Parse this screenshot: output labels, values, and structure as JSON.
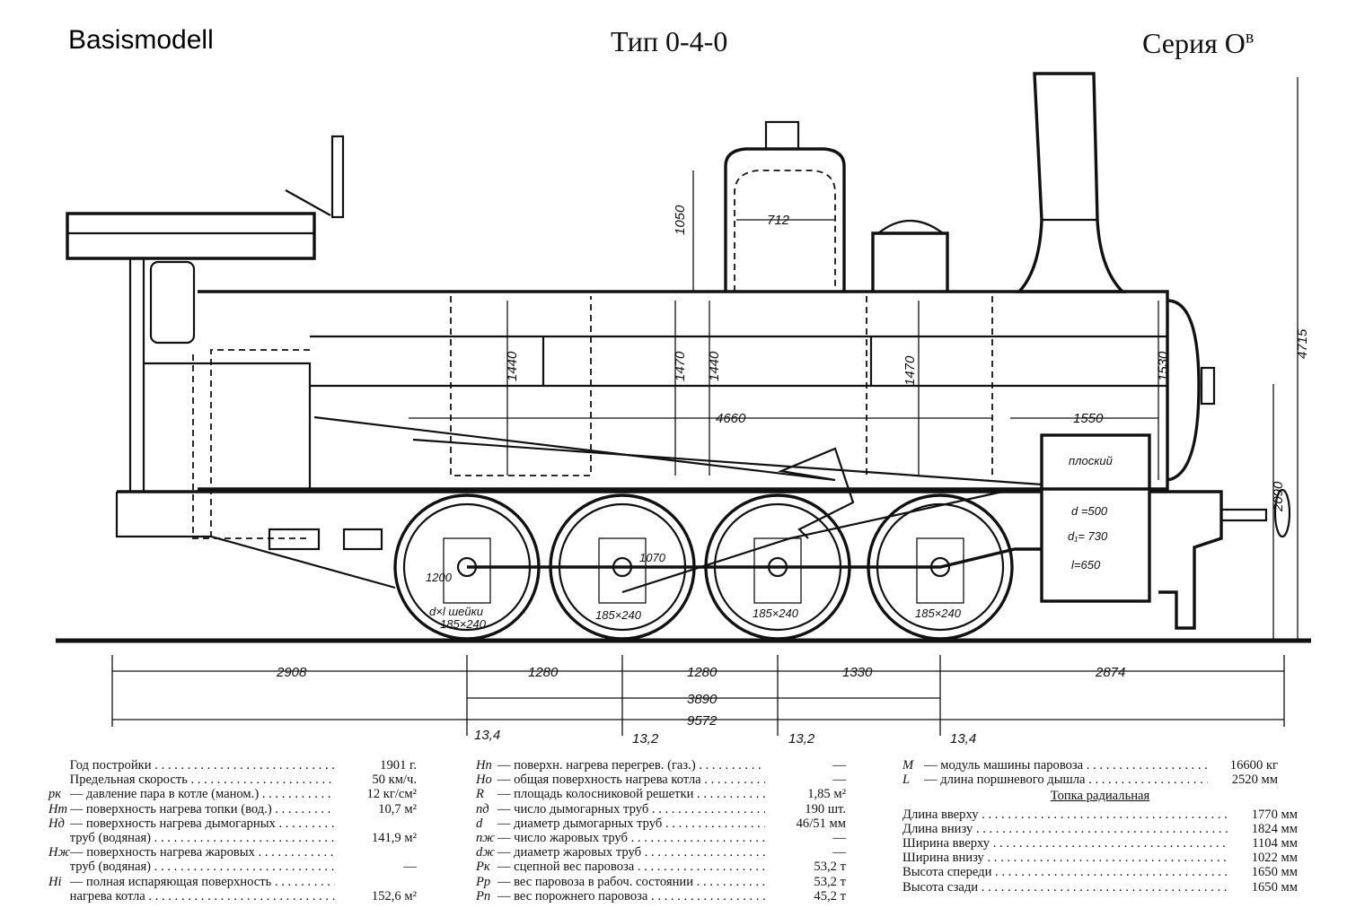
{
  "header": {
    "left": "Basismodell",
    "middle": "Тип 0-4-0",
    "right_base": "Серия О",
    "right_sup": "в"
  },
  "drawing": {
    "dims_top": [
      "1050",
      "712"
    ],
    "dims_vertical": [
      "1440",
      "1470",
      "1440",
      "1470",
      "1530",
      "4715",
      "2090"
    ],
    "dims_horizontal": [
      "4660",
      "1550"
    ],
    "cylinder": [
      "плоский",
      "d =500",
      "d₁= 730",
      "l=650"
    ],
    "wheel_labels": [
      "185×240",
      "185×240",
      "185×240",
      "185×240"
    ],
    "wheel_note": [
      "d×l  шейки"
    ],
    "wheel_extra": [
      "1200",
      "1070"
    ],
    "bottom_dims": [
      "2908",
      "1280",
      "1280",
      "1330",
      "2874"
    ],
    "wheelbase": "3890",
    "total_length": "9572",
    "axle_loads": [
      "13,4",
      "13,2",
      "13,2",
      "13,4"
    ]
  },
  "specs": {
    "col1": [
      {
        "sym": "",
        "label": "Год постройки",
        "value": "1901 г."
      },
      {
        "sym": "",
        "label": "Предельная скорость",
        "value": "50 км/ч."
      },
      {
        "sym": "pк",
        "label": "— давление пара в котле (маном.)",
        "value": "12 кг/см²"
      },
      {
        "sym": "Hт",
        "label": "— поверхность нагрева топки (вод.)",
        "value": "10,7 м²"
      },
      {
        "sym": "Hд",
        "label": "— поверхность нагрева дымогарных",
        "value": ""
      },
      {
        "sym": "",
        "label": "труб (водяная)",
        "value": "141,9 м²"
      },
      {
        "sym": "Hж",
        "label": "— поверхность нагрева жаровых",
        "value": ""
      },
      {
        "sym": "",
        "label": "труб (водяная)",
        "value": "—"
      },
      {
        "sym": "Hi",
        "label": "— полная испаряющая поверхность",
        "value": ""
      },
      {
        "sym": "",
        "label": "нагрева котла",
        "value": "152,6 м²"
      }
    ],
    "col2": [
      {
        "sym": "Hп",
        "label": "— поверхн. нагрева перегрев. (газ.)",
        "value": "—"
      },
      {
        "sym": "Hо",
        "label": "— общая поверхность нагрева котла",
        "value": "—"
      },
      {
        "sym": "R",
        "label": "— площадь колосниковой решетки",
        "value": "1,85 м²"
      },
      {
        "sym": "nд",
        "label": "— число дымогарных труб",
        "value": "190 шт."
      },
      {
        "sym": "d",
        "label": "— диаметр дымогарных труб",
        "value": "46/51 мм"
      },
      {
        "sym": "nж",
        "label": "— число жаровых труб",
        "value": "—"
      },
      {
        "sym": "dж",
        "label": "— диаметр жаровых труб",
        "value": "—"
      },
      {
        "sym": "Pк",
        "label": "— сцепной вес паровоза",
        "value": "53,2 т"
      },
      {
        "sym": "Pр",
        "label": "— вес паровоза в рабоч. состоянии",
        "value": "53,2 т"
      },
      {
        "sym": "Pп",
        "label": "— вес порожнего паровоза",
        "value": "45,2 т"
      }
    ],
    "col3_top": [
      {
        "sym": "M",
        "label": "— модуль машины паровоза",
        "value": "16600 кг"
      },
      {
        "sym": "L",
        "label": "— длина поршневого дышла",
        "value": "2520 мм"
      }
    ],
    "firebox_title": "Топка радиальная",
    "col3_firebox": [
      {
        "label": "Длина вверху",
        "value": "1770 мм"
      },
      {
        "label": "Длина внизу",
        "value": "1824 мм"
      },
      {
        "label": "Ширина вверху",
        "value": "1104 мм"
      },
      {
        "label": "Ширина внизу",
        "value": "1022 мм"
      },
      {
        "label": "Высота спереди",
        "value": "1650 мм"
      },
      {
        "label": "Высота сзади",
        "value": "1650 мм"
      }
    ]
  }
}
